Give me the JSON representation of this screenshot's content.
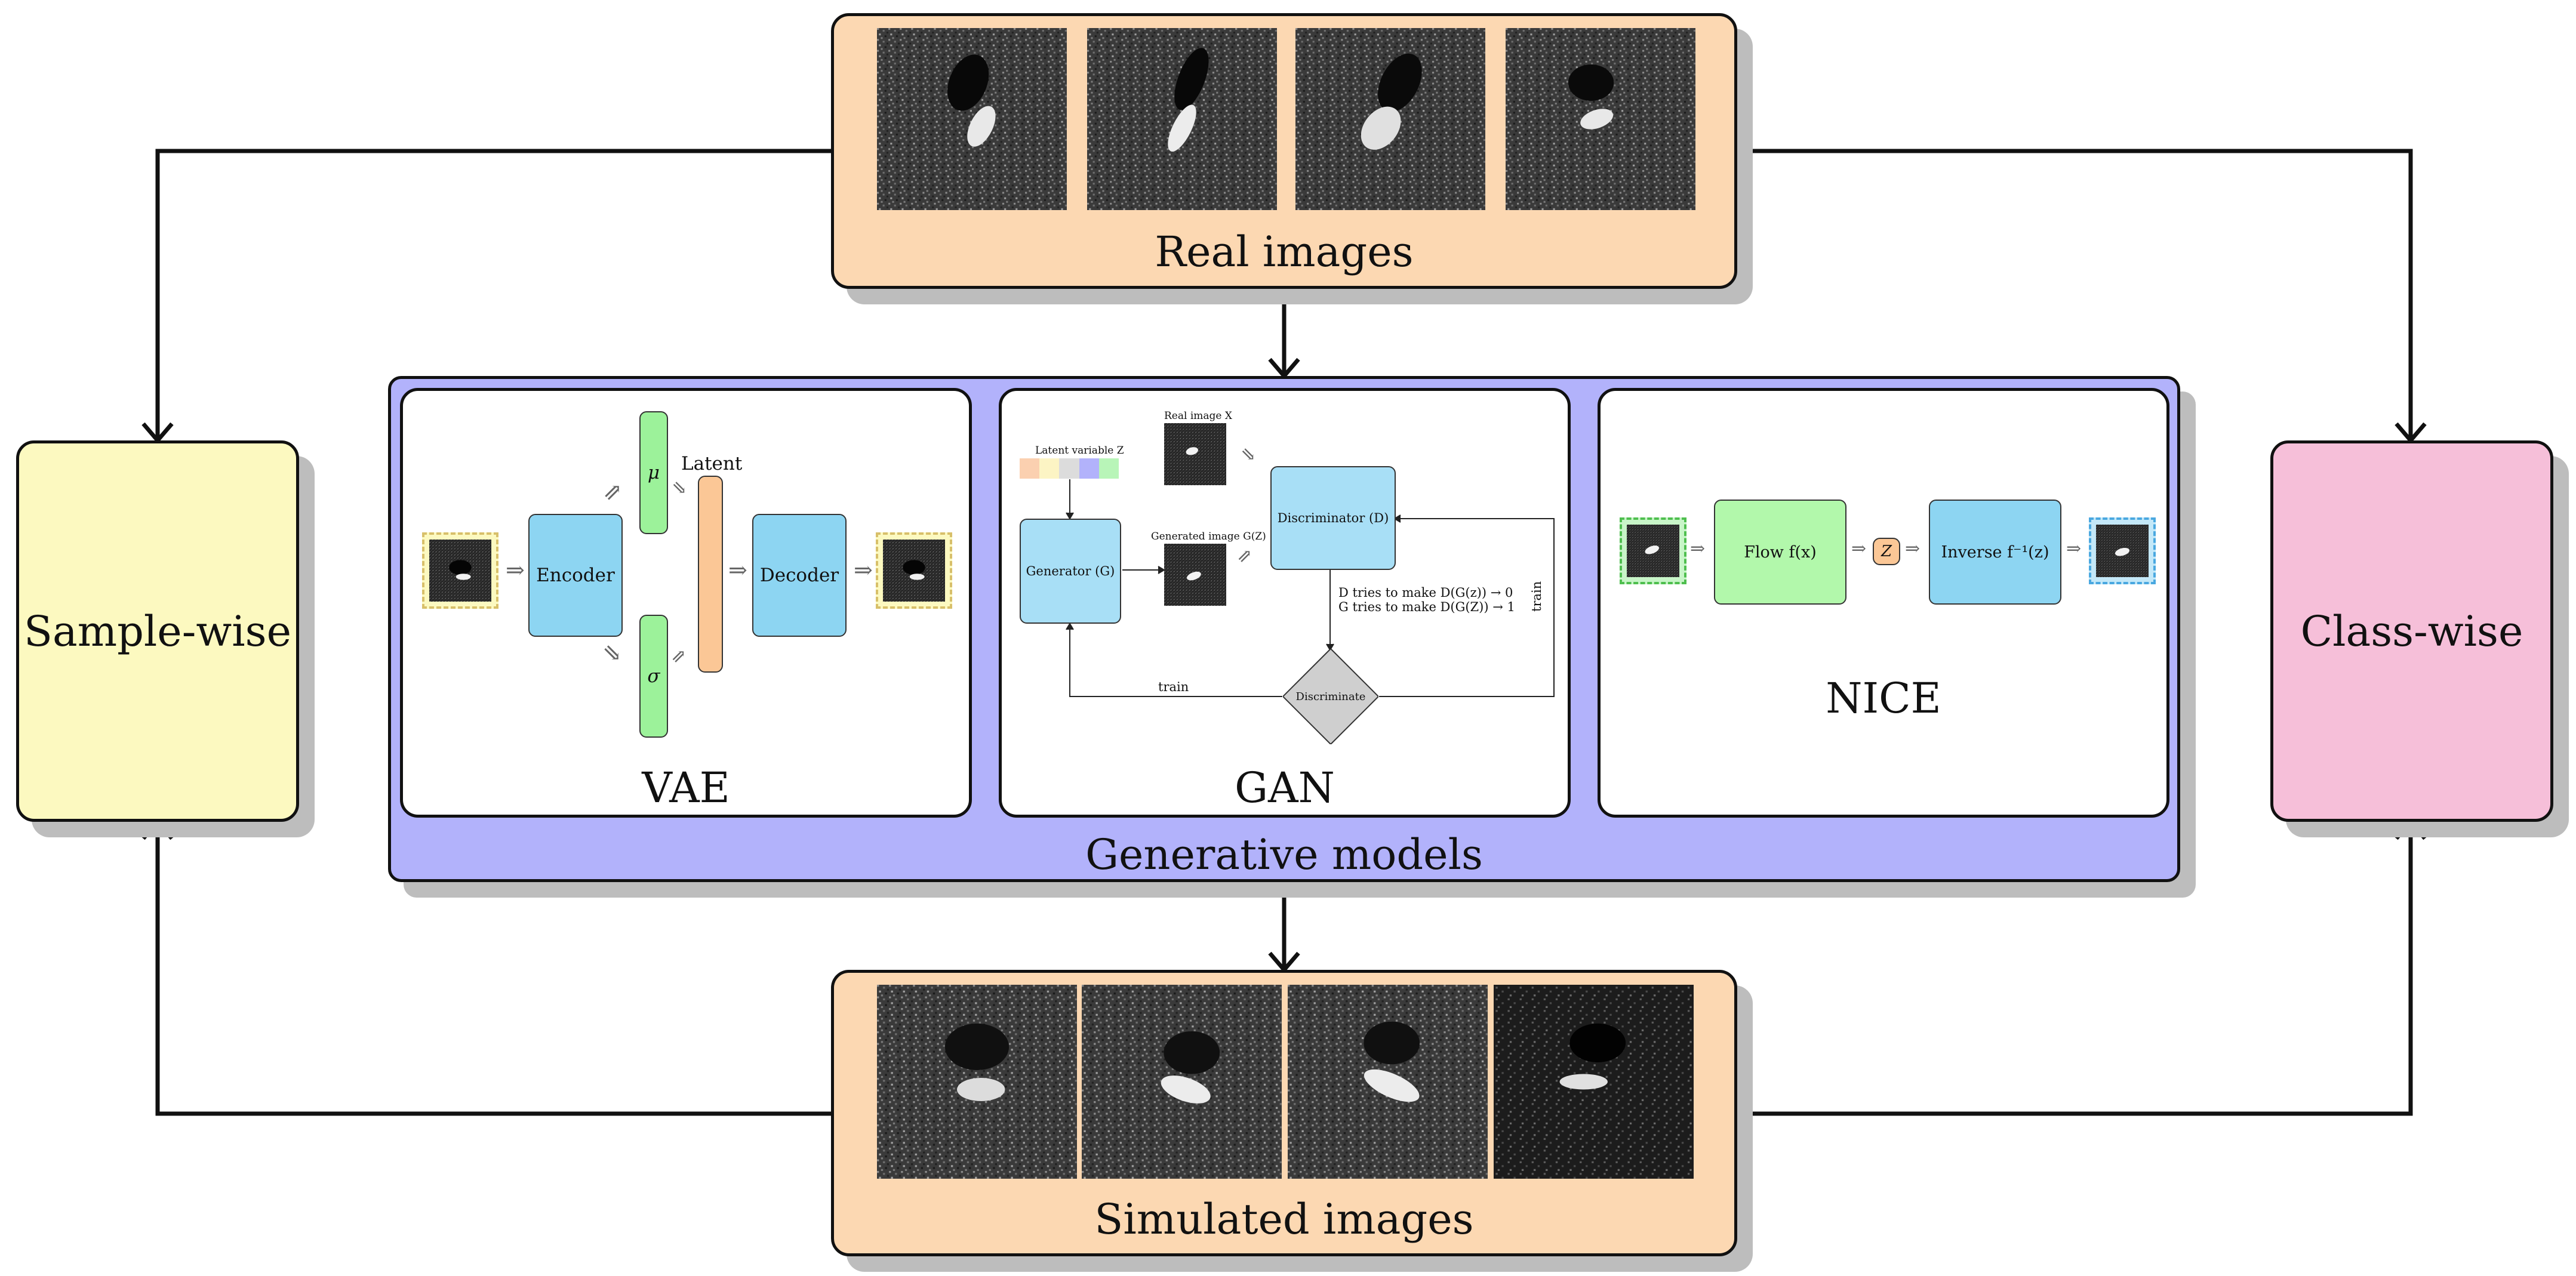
{
  "labels": {
    "real_images": "Real images",
    "simulated_images": "Simulated images",
    "generative_models": "Generative models",
    "sample_wise": "Sample-wise",
    "class_wise": "Class-wise"
  },
  "vae": {
    "title": "VAE",
    "encoder": "Encoder",
    "decoder": "Decoder",
    "mu": "μ",
    "sigma": "σ",
    "latent": "Latent"
  },
  "gan": {
    "title": "GAN",
    "latent_variable": "Latent variable Z",
    "real_image": "Real image X",
    "generated_image": "Generated image G(Z)",
    "generator": "Generator (G)",
    "discriminator": "Discriminator (D)",
    "discriminate": "Discriminate",
    "note_d": "D tries to make D(G(z)) → 0",
    "note_g": "G tries to make D(G(Z)) → 1",
    "train_left": "train",
    "train_right": "train"
  },
  "nice": {
    "title": "NICE",
    "flow": "Flow f(x)",
    "z": "Z",
    "inverse": "Inverse f⁻¹(z)"
  },
  "colors": {
    "orange_box": "#fcd8b2",
    "blue_frame": "#b2b2fb",
    "yellow_box": "#fcf9c0",
    "pink_box": "#f6bfd9",
    "encoder_blue": "#8dd5f2",
    "mu_green": "#9cf29a",
    "latent_orange": "#fbc796",
    "flow_green": "#b2f8ab",
    "gray_diamond": "#cfcfcf"
  }
}
